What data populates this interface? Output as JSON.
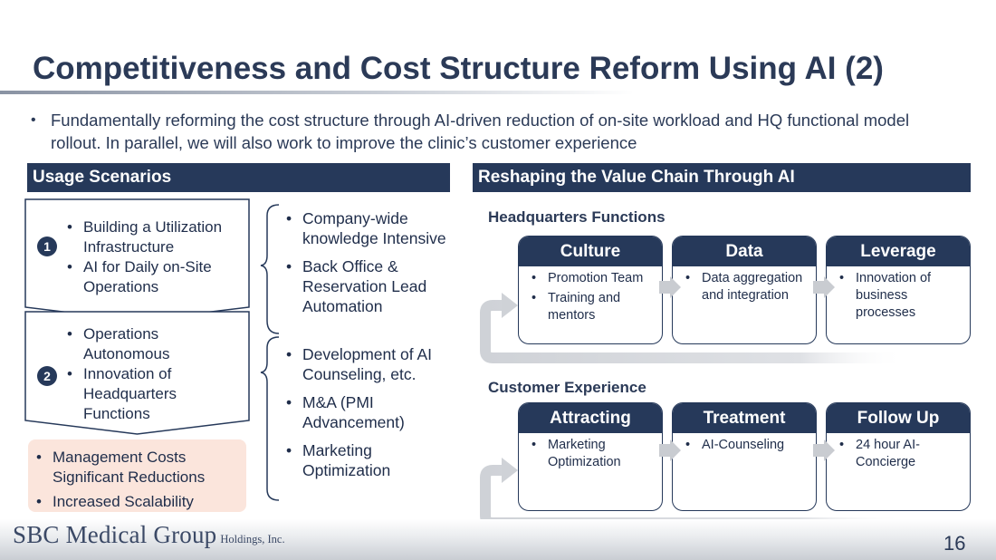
{
  "slide": {
    "title": "Competitiveness and Cost Structure Reform Using AI (2)",
    "intro": "Fundamentally reforming the cost structure through AI-driven reduction of on-site workload and HQ functional model rollout. In parallel, we will also work to improve the clinic’s customer experience",
    "page_number": "16"
  },
  "usage": {
    "header": "Usage Scenarios",
    "step1": {
      "number": "1",
      "items": [
        "Building a Utilization Infrastructure",
        "AI for Daily on-Site Operations"
      ]
    },
    "step2": {
      "number": "2",
      "items": [
        "Operations Autonomous",
        "Innovation of Headquarters Functions"
      ]
    },
    "outcomes": [
      "Management Costs Significant Reductions",
      "Increased Scalability"
    ],
    "group1": [
      "Company-wide knowledge Intensive",
      "Back Office & Reservation Lead Automation"
    ],
    "group2": [
      "Development of AI Counseling, etc.",
      "M&A (PMI Advancement)",
      "Marketing Optimization"
    ]
  },
  "value_chain": {
    "header": "Reshaping the Value Chain Through AI",
    "hq": {
      "label": "Headquarters Functions",
      "cards": [
        {
          "title": "Culture",
          "items": [
            "Promotion Team",
            "Training and mentors"
          ]
        },
        {
          "title": "Data",
          "items": [
            "Data aggregation and integration"
          ]
        },
        {
          "title": "Leverage",
          "items": [
            "Innovation of business processes"
          ]
        }
      ]
    },
    "cx": {
      "label": "Customer Experience",
      "cards": [
        {
          "title": "Attracting",
          "items": [
            "Marketing Optimization"
          ]
        },
        {
          "title": "Treatment",
          "items": [
            "AI-Counseling"
          ]
        },
        {
          "title": "Follow Up",
          "items": [
            "24 hour AI-Concierge"
          ]
        }
      ]
    }
  },
  "footer": {
    "logo_main": "SBC Medical Group",
    "logo_sub": "Holdings, Inc."
  },
  "colors": {
    "navy": "#26395a",
    "pink": "#fbe5dc",
    "arrow_gray": "#cfd2d7"
  }
}
